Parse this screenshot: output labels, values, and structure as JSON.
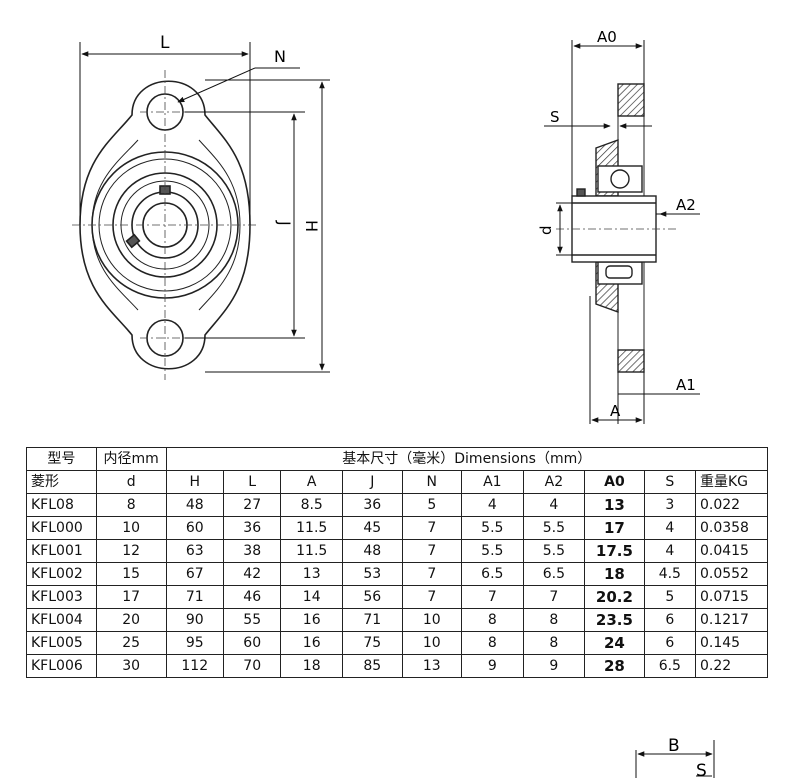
{
  "drawing": {
    "front_labels": {
      "L": "L",
      "N": "N",
      "J": "J",
      "H": "H"
    },
    "side_labels": {
      "A0": "A0",
      "S": "S",
      "A2": "A2",
      "d": "d",
      "A1": "A1",
      "A": "A"
    },
    "bottom_labels": {
      "B": "B",
      "S": "S"
    }
  },
  "table": {
    "header1": {
      "model": "型号",
      "bore": "内径mm",
      "dims": "基本尺寸（毫米）Dimensions（mm）"
    },
    "header2": [
      "菱形",
      "d",
      "H",
      "L",
      "A",
      "J",
      "N",
      "A1",
      "A2",
      "A0",
      "S",
      "重量KG"
    ],
    "rows": [
      [
        "KFL08",
        "8",
        "48",
        "27",
        "8.5",
        "36",
        "5",
        "4",
        "4",
        "13",
        "3",
        "0.022"
      ],
      [
        "KFL000",
        "10",
        "60",
        "36",
        "11.5",
        "45",
        "7",
        "5.5",
        "5.5",
        "17",
        "4",
        "0.0358"
      ],
      [
        "KFL001",
        "12",
        "63",
        "38",
        "11.5",
        "48",
        "7",
        "5.5",
        "5.5",
        "17.5",
        "4",
        "0.0415"
      ],
      [
        "KFL002",
        "15",
        "67",
        "42",
        "13",
        "53",
        "7",
        "6.5",
        "6.5",
        "18",
        "4.5",
        "0.0552"
      ],
      [
        "KFL003",
        "17",
        "71",
        "46",
        "14",
        "56",
        "7",
        "7",
        "7",
        "20.2",
        "5",
        "0.0715"
      ],
      [
        "KFL004",
        "20",
        "90",
        "55",
        "16",
        "71",
        "10",
        "8",
        "8",
        "23.5",
        "6",
        "0.1217"
      ],
      [
        "KFL005",
        "25",
        "95",
        "60",
        "16",
        "75",
        "10",
        "8",
        "8",
        "24",
        "6",
        "0.145"
      ],
      [
        "KFL006",
        "30",
        "112",
        "70",
        "18",
        "85",
        "13",
        "9",
        "9",
        "28",
        "6.5",
        "0.22"
      ]
    ]
  }
}
